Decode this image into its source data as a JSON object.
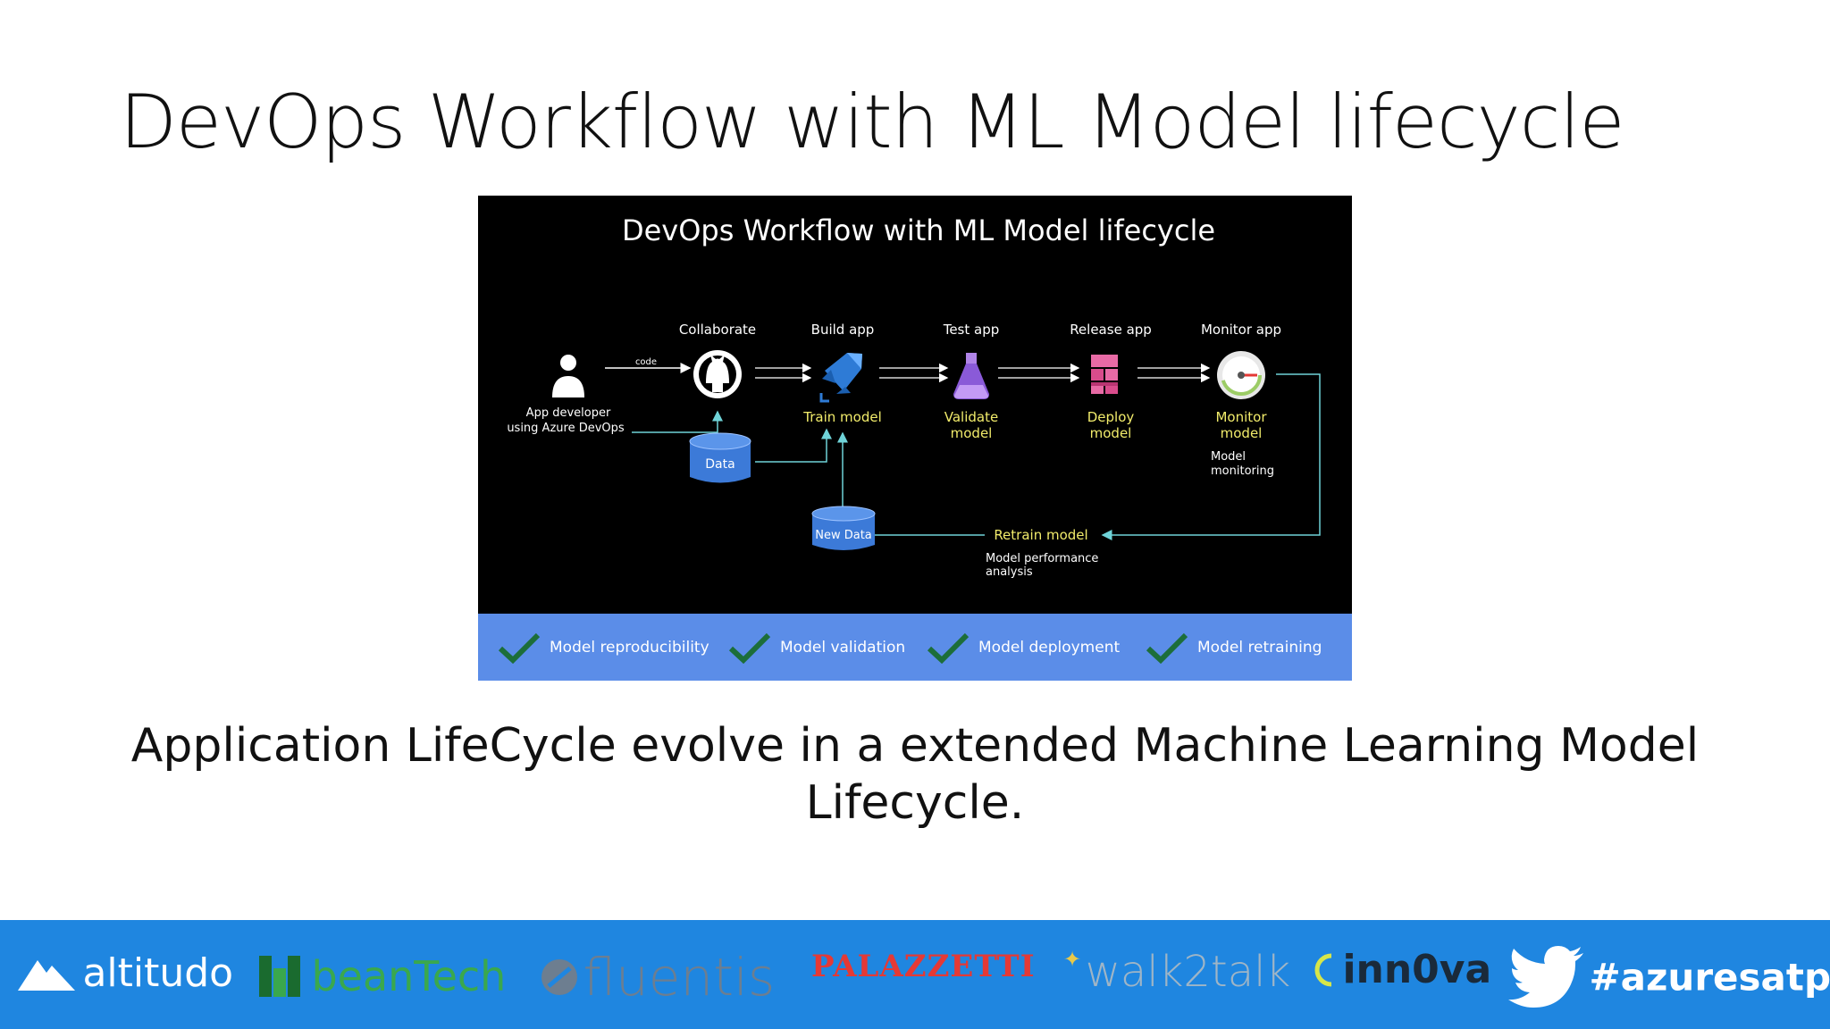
{
  "slide": {
    "title": "DevOps Workflow with ML Model lifecycle",
    "caption_line1": "Application LifeCycle evolve in a extended Machine Learning Model",
    "caption_line2": "Lifecycle."
  },
  "diagram": {
    "title": "DevOps Workflow with ML Model lifecycle",
    "stages": [
      {
        "top": "Collaborate",
        "sub": ""
      },
      {
        "top": "Build app",
        "sub": "Train model"
      },
      {
        "top": "Test app",
        "sub": "Validate|model"
      },
      {
        "top": "Release app",
        "sub": "Deploy|model"
      },
      {
        "top": "Monitor app",
        "sub": "Monitor|model"
      }
    ],
    "developer_line1": "App developer",
    "developer_line2": "using Azure DevOps",
    "code_label": "code",
    "data_label": "Data",
    "new_data_label": "New Data",
    "monitoring_note_line1": "Model",
    "monitoring_note_line2": "monitoring",
    "retrain_label": "Retrain model",
    "analysis_line1": "Model performance",
    "analysis_line2": "analysis",
    "checks": [
      "Model reproducibility",
      "Model validation",
      "Model deployment",
      "Model retraining"
    ],
    "colors": {
      "accent_yellow": "#f2ec6b",
      "line_teal": "#6fd3d8",
      "check_bar": "#5b8de8",
      "check_mark": "#1c6e3a"
    }
  },
  "footer": {
    "sponsors": [
      "altitudo",
      "beanTech",
      "fluentis",
      "PALAZZETTI",
      "walk2talk",
      "inn0va"
    ],
    "hashtag": "#azuresatpn",
    "icons": [
      "altitudo-logo",
      "beantech-logo",
      "fluentis-logo",
      "palazzetti-logo",
      "walk2talk-logo",
      "innova-logo",
      "twitter-icon"
    ]
  }
}
